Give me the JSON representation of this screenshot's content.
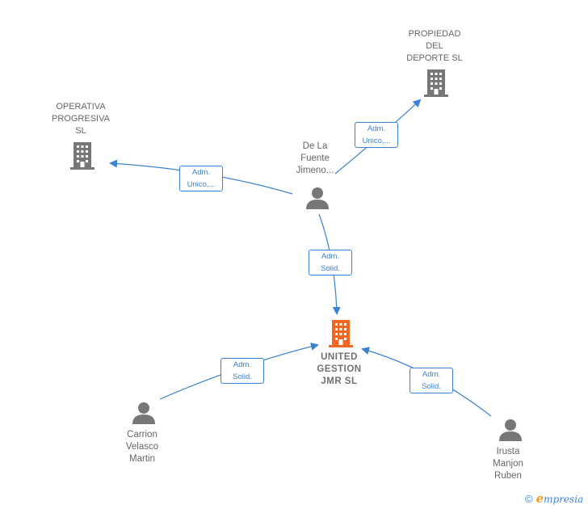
{
  "nodes": {
    "propiedad": {
      "line1": "PROPIEDAD",
      "line2": "DEL",
      "line3": "DEPORTE SL"
    },
    "operativa": {
      "line1": "OPERATIVA",
      "line2": "PROGRESIVA",
      "line3": "SL"
    },
    "delafuente": {
      "line1": "De La",
      "line2": "Fuente",
      "line3": "Jimeno..."
    },
    "united": {
      "line1": "UNITED",
      "line2": "GESTION",
      "line3": "JMR  SL"
    },
    "carrion": {
      "line1": "Carrion",
      "line2": "Velasco",
      "line3": "Martin"
    },
    "irusta": {
      "line1": "Irusta",
      "line2": "Manjon",
      "line3": "Ruben"
    }
  },
  "edges": {
    "to_propiedad": {
      "line1": "Adm.",
      "line2": "Unico,..."
    },
    "to_operativa": {
      "line1": "Adm.",
      "line2": "Unico,..."
    },
    "delafuente_to_united": {
      "line1": "Adm.",
      "line2": "Solid."
    },
    "carrion_to_united": {
      "line1": "Adm.",
      "line2": "Solid."
    },
    "irusta_to_united": {
      "line1": "Adm.",
      "line2": "Solid."
    }
  },
  "footer": {
    "copyright": "©",
    "brand_initial": "e",
    "brand_rest": "mpresia"
  },
  "colors": {
    "edge": "#3b82d0",
    "company": "#777777",
    "center": "#f26522",
    "person": "#777777"
  }
}
